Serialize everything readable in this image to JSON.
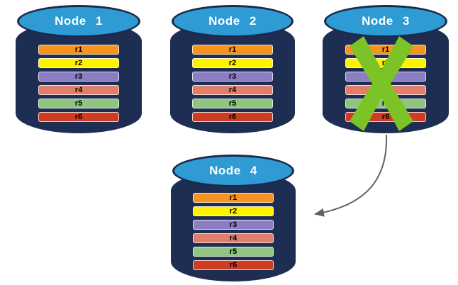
{
  "diagram": {
    "type": "replication-failover-diagram",
    "background": "#FFFFFF",
    "nodes": [
      {
        "id": "node-1",
        "label": "Node 1",
        "failed": false
      },
      {
        "id": "node-2",
        "label": "Node 2",
        "failed": false
      },
      {
        "id": "node-3",
        "label": "Node 3",
        "failed": true
      },
      {
        "id": "node-4",
        "label": "Node 4",
        "failed": false
      }
    ],
    "replicas": [
      {
        "label": "r1",
        "color": "#F7941E"
      },
      {
        "label": "r2",
        "color": "#FFF200"
      },
      {
        "label": "r3",
        "color": "#8B7EC2"
      },
      {
        "label": "r4",
        "color": "#E07E6C"
      },
      {
        "label": "r5",
        "color": "#8FC57E"
      },
      {
        "label": "r6",
        "color": "#CE3C23"
      }
    ],
    "colors": {
      "cylinder_body": "#1E2D52",
      "cylinder_top": "#2E9BD5",
      "cylinder_border": "#1B2A4C",
      "node_label_text": "#FFFFFF",
      "replica_label_text": "#000000",
      "failure_x": "#7CC327",
      "arrow": "#616161"
    },
    "annotations": {
      "failure_x_on": "Node 3",
      "arrow_from": "Node 3",
      "arrow_to": "Node 4"
    }
  }
}
